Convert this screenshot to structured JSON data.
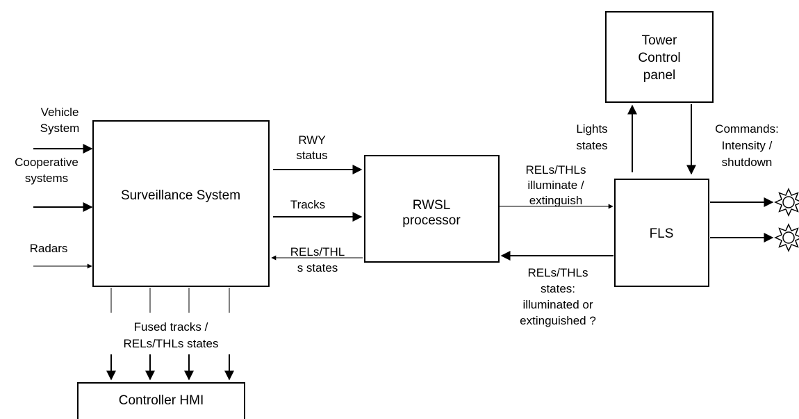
{
  "nodes": {
    "surveillance": "Surveillance System",
    "rwsl": [
      "RWSL",
      "processor"
    ],
    "fls": "FLS",
    "tower": [
      "Tower",
      "Control",
      "panel"
    ],
    "hmi": "Controller HMI"
  },
  "inputs": {
    "vehicle": [
      "Vehicle",
      "System"
    ],
    "cooperative": [
      "Cooperative",
      "systems"
    ],
    "radars": "Radars"
  },
  "edges": {
    "rwy_status": [
      "RWY",
      "status"
    ],
    "tracks": "Tracks",
    "rels_thl_states": [
      "RELs/THL",
      "s states"
    ],
    "illuminate": [
      "RELs/THLs",
      "illuminate /",
      "extinguish"
    ],
    "states_q": [
      "RELs/THLs",
      "states:",
      "illuminated or",
      "extinguished ?"
    ],
    "lights_states": [
      "Lights",
      "states"
    ],
    "commands": [
      "Commands:",
      "Intensity /",
      "shutdown"
    ],
    "fused": [
      "Fused tracks /",
      "RELs/THLs states"
    ]
  }
}
